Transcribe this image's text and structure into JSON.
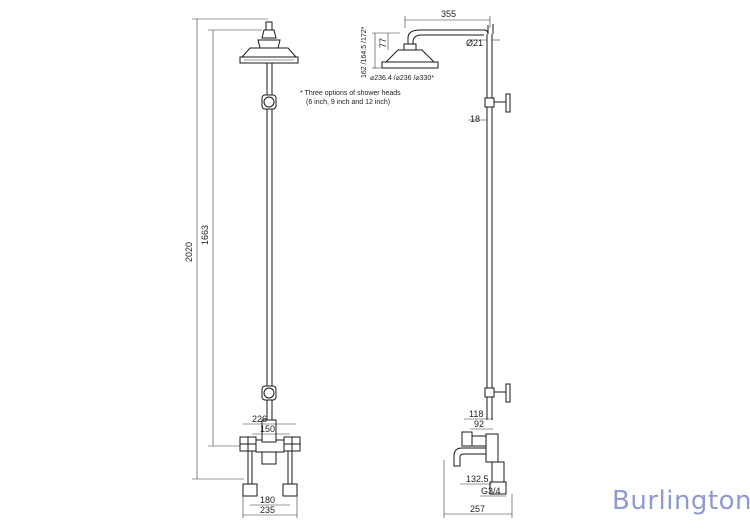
{
  "front_view": {
    "dim_total_height": "2020",
    "dim_riser_height": "1663",
    "dim_top_width": "226",
    "dim_centres": "150",
    "dim_bottom_centres": "180",
    "dim_base_width": "235"
  },
  "side_view": {
    "dim_arm_projection": "355",
    "dim_head_drop": "77",
    "dim_head_heights": "162 /164.5 /172*",
    "dim_head_diameters": "⌀236.4 /⌀236 /⌀330*",
    "dim_pipe_diameter": "Ø21",
    "dim_bracket_offset": "18",
    "dim_valve_depth": "118",
    "dim_valve_centre": "92",
    "dim_spout_projection": "132.5",
    "dim_thread": "G3/4",
    "dim_total_depth": "257"
  },
  "note": {
    "line1": "* Three options of shower heads",
    "line2": "(6 inch, 9 inch and 12 inch)"
  },
  "brand": "Burlington",
  "colors": {
    "brand": "#8f9ad2",
    "lines": "#1a1a1a"
  }
}
